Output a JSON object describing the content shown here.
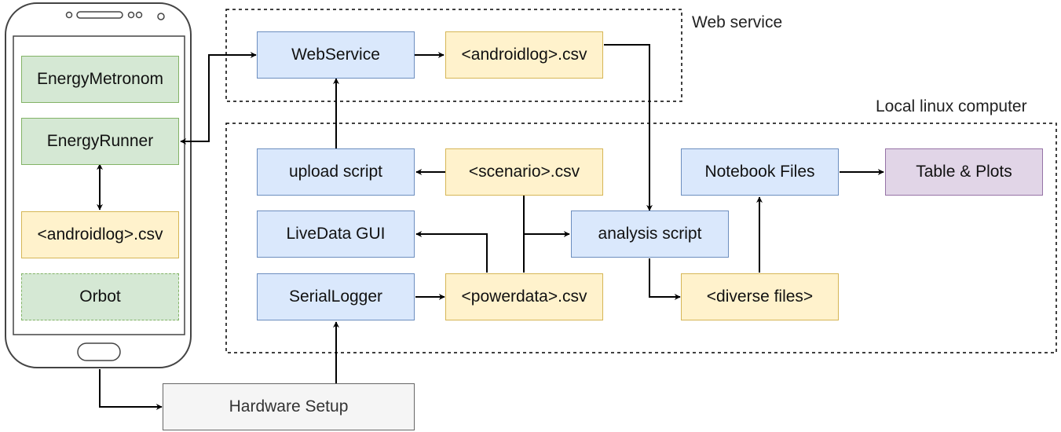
{
  "groups": {
    "web_service": "Web service",
    "local_computer": "Local linux computer"
  },
  "phone": {
    "energy_metronom": "EnergyMetronom",
    "energy_runner": "EnergyRunner",
    "android_log": "<androidlog>.csv",
    "orbot": "Orbot"
  },
  "web": {
    "web_service": "WebService",
    "android_log": "<androidlog>.csv"
  },
  "local": {
    "upload_script": "upload script",
    "scenario_csv": "<scenario>.csv",
    "livedata_gui": "LiveData GUI",
    "serial_logger": "SerialLogger",
    "powerdata_csv": "<powerdata>.csv",
    "analysis_script": "analysis script",
    "diverse_files": "<diverse files>",
    "notebook_files": "Notebook Files",
    "table_plots": "Table & Plots"
  },
  "hardware": {
    "setup": "Hardware Setup"
  },
  "colors": {
    "blue_fill": "#dae8fc",
    "blue_stroke": "#6c8ebf",
    "yellow_fill": "#fff2cc",
    "yellow_stroke": "#d6b656",
    "green_fill": "#d5e8d4",
    "green_stroke": "#82b366",
    "purple_fill": "#e1d5e7",
    "purple_stroke": "#9673a6",
    "gray_fill": "#f5f5f5",
    "gray_stroke": "#666666"
  }
}
